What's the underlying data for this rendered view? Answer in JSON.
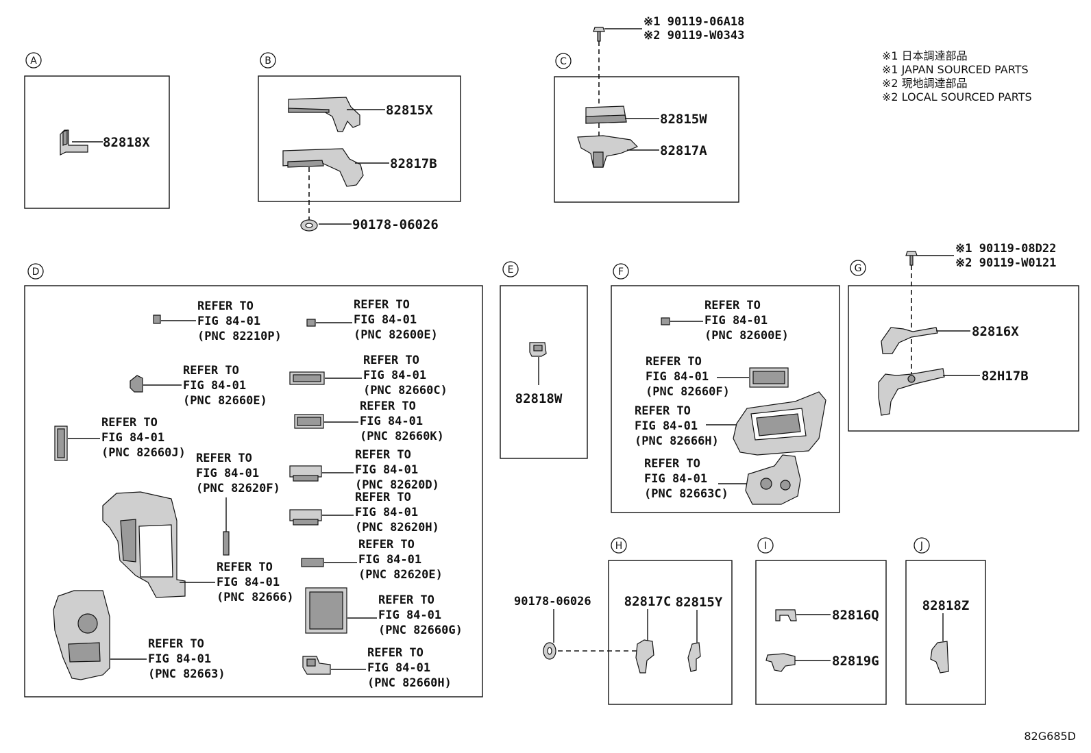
{
  "notes": [
    "※1 日本調達部品",
    "※1 JAPAN SOURCED PARTS",
    "※2 現地調達部品",
    "※2 LOCAL SOURCED PARTS"
  ],
  "diagram_code": "82G685D",
  "sections": [
    "A",
    "B",
    "C",
    "D",
    "E",
    "F",
    "G",
    "H",
    "I",
    "J"
  ],
  "parts": {
    "a_82818x": "82818X",
    "b_82815x": "82815X",
    "b_82817b": "82817B",
    "b_90178": "90178-06026",
    "c_bolt_1": "※1 90119-06A18",
    "c_bolt_2": "※2 90119-W0343",
    "c_82815w": "82815W",
    "c_82817a": "82817A",
    "e_82818w": "82818W",
    "g_bolt_1": "※1 90119-08D22",
    "g_bolt_2": "※2 90119-W0121",
    "g_82816x": "82816X",
    "g_82h17b": "82H17B",
    "h_90178": "90178-06026",
    "h_82817c": "82817C",
    "h_82815y": "82815Y",
    "i_82816q": "82816Q",
    "i_82819g": "82819G",
    "j_82818z": "82818Z"
  },
  "refer": {
    "line1": "REFER TO",
    "line2": "FIG 84-01",
    "d_82210p": "(PNC 82210P)",
    "d_82600e": "(PNC 82600E)",
    "d_82660e": "(PNC 82660E)",
    "d_82660c": "(PNC 82660C)",
    "d_82660k": "(PNC 82660K)",
    "d_82660j": "(PNC 82660J)",
    "d_82620f": "(PNC 82620F)",
    "d_82620d": "(PNC 82620D)",
    "d_82620h": "(PNC 82620H)",
    "d_82620e": "(PNC 82620E)",
    "d_82666": "(PNC 82666)",
    "d_82660g": "(PNC 82660G)",
    "d_82663": "(PNC 82663)",
    "d_82660h": "(PNC 82660H)",
    "f_82600e": "(PNC 82600E)",
    "f_82660f": "(PNC 82660F)",
    "f_82666h": "(PNC 82666H)",
    "f_82663c": "(PNC 82663C)"
  }
}
